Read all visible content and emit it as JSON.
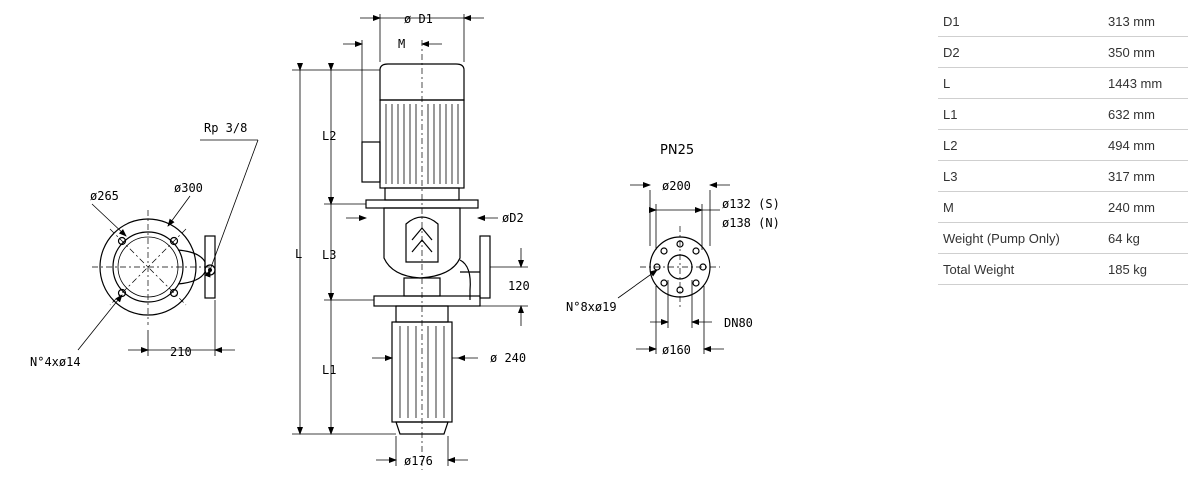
{
  "drawing": {
    "labels": {
      "d1": "ø D1",
      "m": "M",
      "l": "L",
      "l1": "L1",
      "l2": "L2",
      "l3": "L3",
      "d2": "øD2",
      "rp": "Rp 3/8",
      "d265": "ø265",
      "d300": "ø300",
      "holes_base": "N°4xø14",
      "w210": "210",
      "h120": "120",
      "d240": "ø 240",
      "d176": "ø176",
      "pn25": "PN25",
      "d200": "ø200",
      "d132": "ø132 (S)",
      "d138": "ø138 (N)",
      "holes_flange": "N°8xø19",
      "dn80": "DN80",
      "d160": "ø160"
    }
  },
  "specs": [
    {
      "name": "D1",
      "value": "313 mm"
    },
    {
      "name": "D2",
      "value": "350 mm"
    },
    {
      "name": "L",
      "value": "1443 mm"
    },
    {
      "name": "L1",
      "value": "632 mm"
    },
    {
      "name": "L2",
      "value": "494 mm"
    },
    {
      "name": "L3",
      "value": "317 mm"
    },
    {
      "name": "M",
      "value": "240 mm"
    },
    {
      "name": "Weight (Pump Only)",
      "value": "64 kg"
    },
    {
      "name": "Total Weight",
      "value": "185 kg"
    }
  ]
}
